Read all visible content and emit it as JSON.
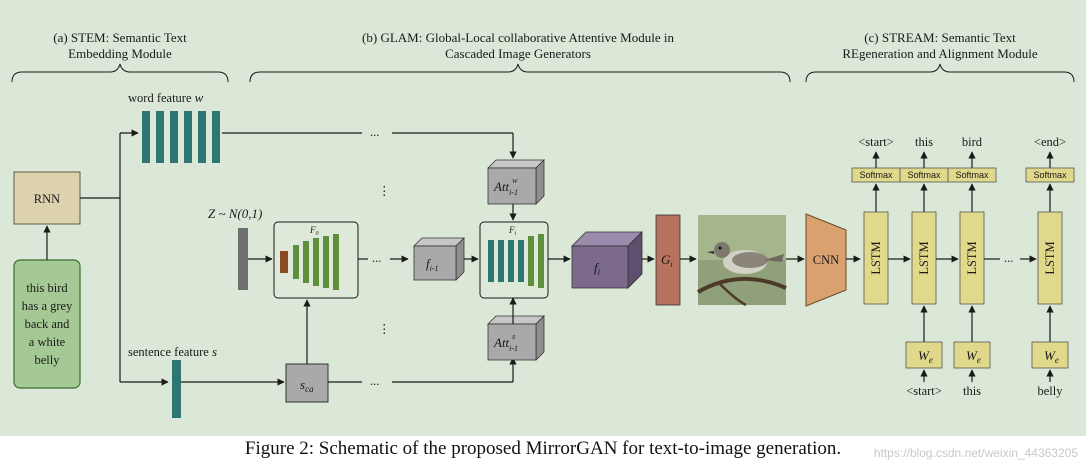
{
  "headers": {
    "stem": [
      "(a) STEM: Semantic Text",
      "Embedding Module"
    ],
    "glam": [
      "(b) GLAM: Global-Local collaborative Attentive Module in",
      "Cascaded Image Generators"
    ],
    "stream": [
      "(c) STREAM: Semantic Text",
      "REgeneration and Alignment Module"
    ]
  },
  "stem": {
    "rnn_label": "RNN",
    "input_text": [
      "this bird",
      "has a grey",
      "back and",
      "a white",
      "belly"
    ],
    "word_feature_label": "word feature",
    "word_feature_symbol": "w",
    "sentence_feature_label": "sentence feature",
    "sentence_feature_symbol": "s"
  },
  "glam": {
    "noise_label": "Z ~ N(0,1)",
    "f0_label": "F",
    "f0_sub": "0",
    "sca_label": "s",
    "sca_sub": "ca",
    "fi1_label": "f",
    "fi1_sub": "i-1",
    "fi_block_label": "F",
    "fi_block_sub": "i",
    "att_w": "Att",
    "att_w_sub": "i-1",
    "att_w_sup": "w",
    "att_s": "Att",
    "att_s_sub": "i-1",
    "att_s_sup": "s",
    "fi_label": "f",
    "fi_sub": "i",
    "gi_label": "G",
    "gi_sub": "i",
    "ellipsis": "..."
  },
  "stream": {
    "cnn_label": "CNN",
    "lstm_label": "LSTM",
    "softmax_label": "Softmax",
    "we_label": "W",
    "we_sub": "e",
    "outputs": [
      "<start>",
      "this",
      "bird",
      "<end>"
    ],
    "inputs": [
      "<start>",
      "this",
      "belly"
    ],
    "ellipsis": "..."
  },
  "caption": "Figure 2: Schematic of the proposed MirrorGAN for text-to-image generation.",
  "watermark": "https://blog.csdn.net/weixin_44363205",
  "colors": {
    "background": "#dbe8d7",
    "teal": "#2e7771",
    "green": "#5d8f3c",
    "brown": "#8a4a22",
    "grey_box": "#a9a9a9",
    "purple": "#7b6a8c",
    "rust": "#b8735e",
    "lstm": "#e0d88a",
    "cnn": "#d9a16f",
    "rnn": "#dcd2ae",
    "text_box": "#a5c995"
  }
}
